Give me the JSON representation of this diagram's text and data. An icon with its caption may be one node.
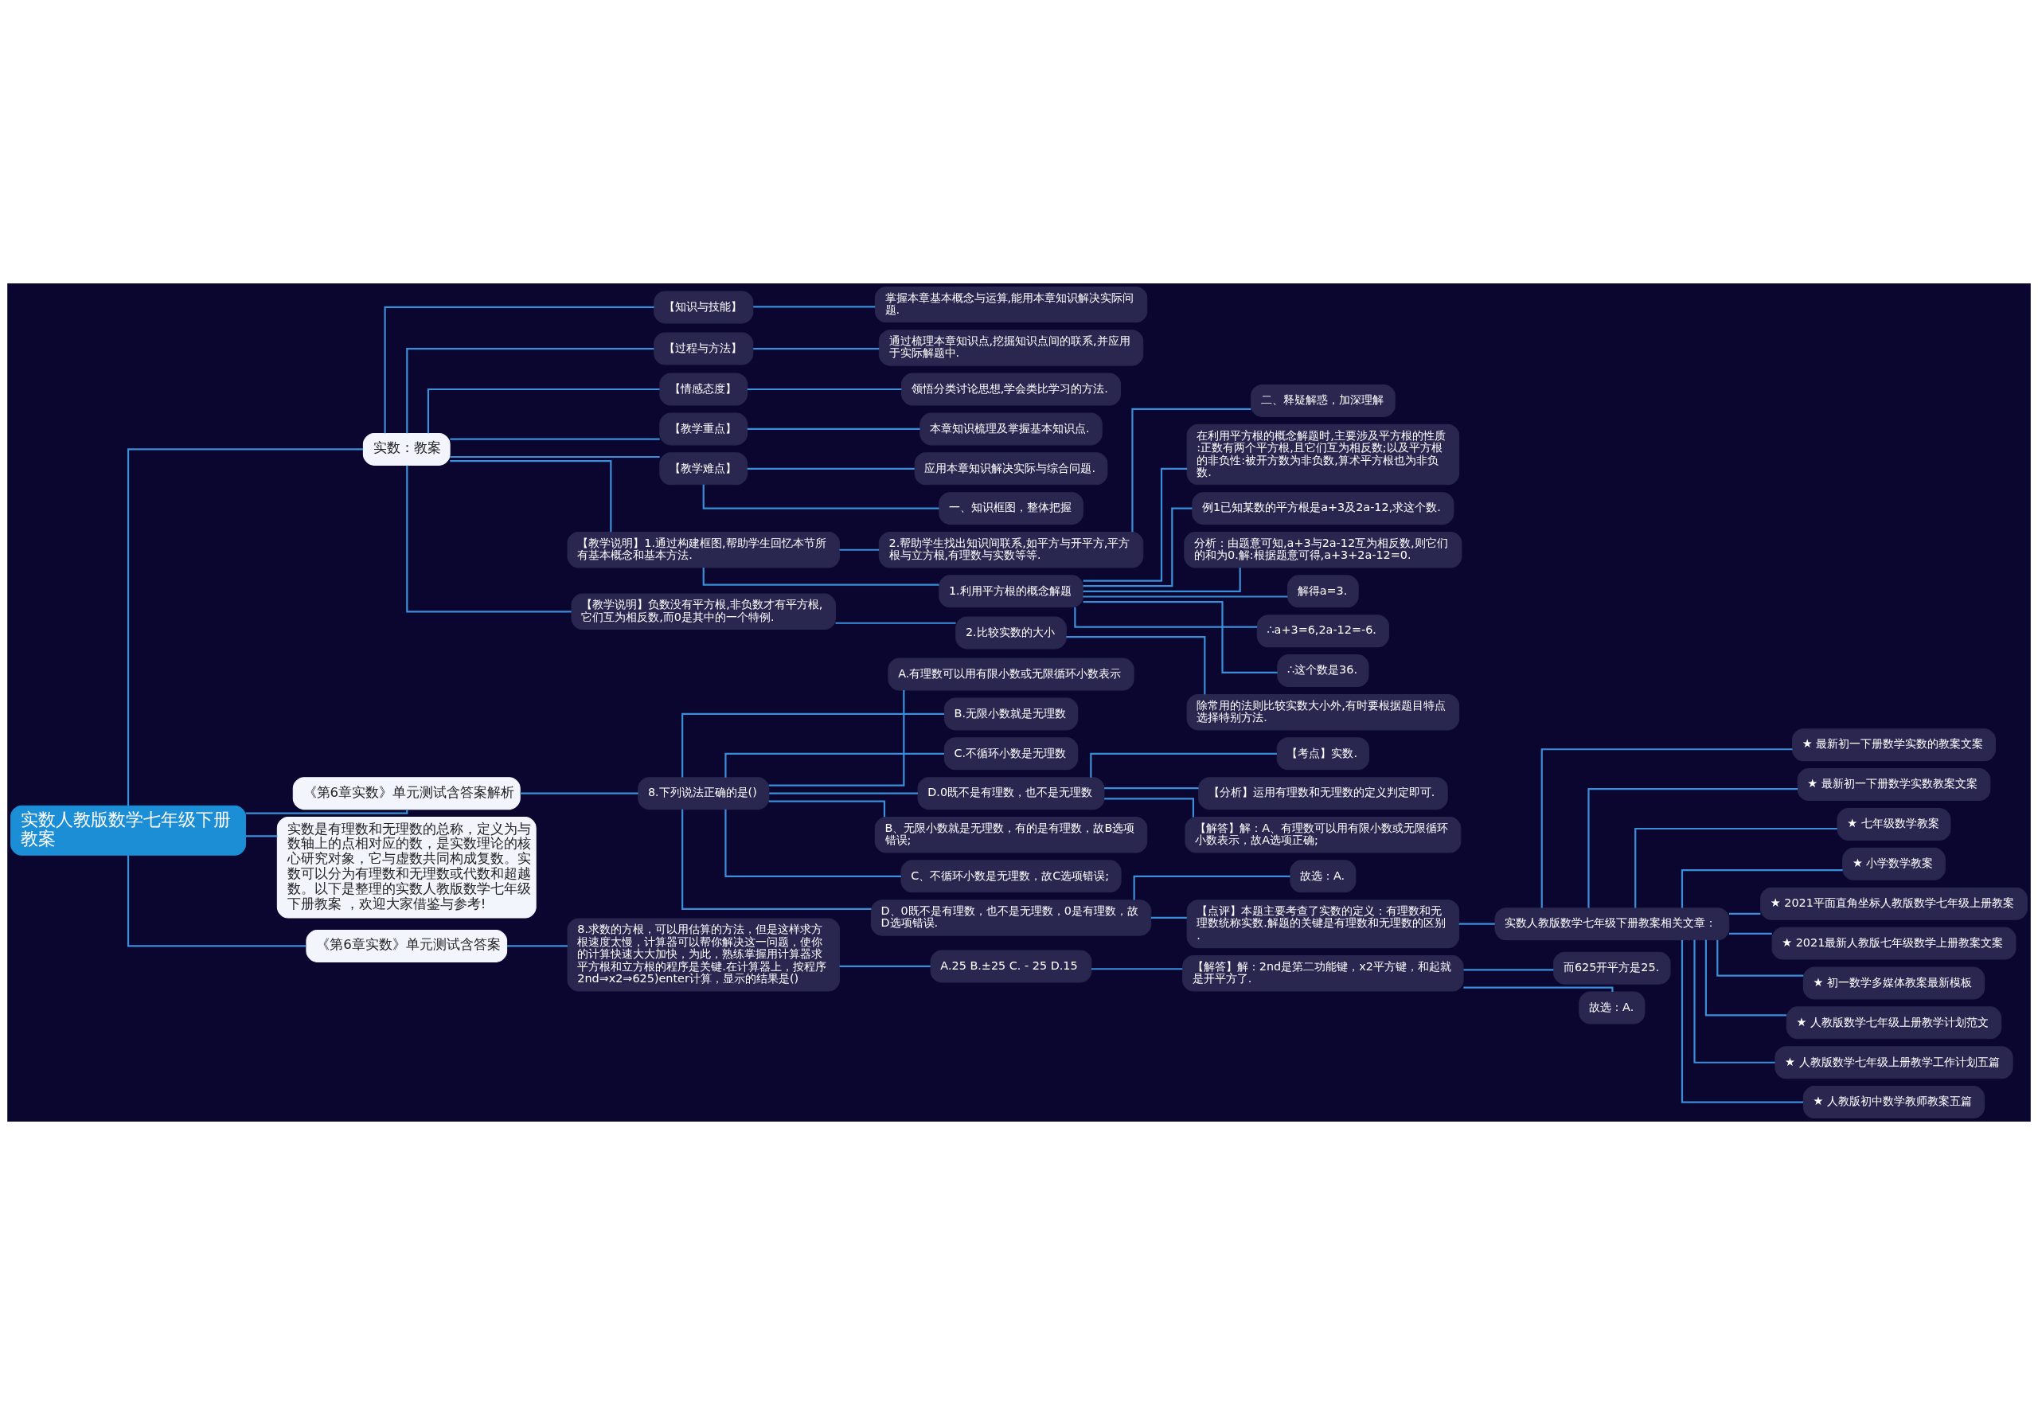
{
  "diagram": {
    "nodes": [
      {
        "text": [
          "实数人教版数学七年级下册教案"
        ]
      },
      {
        "text": [
          "实数：教案"
        ]
      },
      {
        "text": [
          "【知识与技能】"
        ]
      },
      {
        "text": [
          "掌握本章基本概念与运算,能用本章知识解决实际问题."
        ]
      },
      {
        "text": [
          "【过程与方法】"
        ]
      },
      {
        "text": [
          "通过梳理本章知识点,挖掘知识点间的联系,并应用于实际解题中."
        ]
      },
      {
        "text": [
          "【情感态度】"
        ]
      },
      {
        "text": [
          "领悟分类讨论思想,学会类比学习的方法."
        ]
      },
      {
        "text": [
          "【教学重点】"
        ]
      },
      {
        "text": [
          "本章知识梳理及掌握基本知识点."
        ]
      },
      {
        "text": [
          "【教学难点】"
        ]
      },
      {
        "text": [
          "应用本章知识解决实际与综合问题."
        ]
      },
      {
        "text": [
          "一、知识框图，整体把握"
        ]
      },
      {
        "text": [
          "【教学说明】1.通过构建框图,帮助学生回忆本节所有基本概念和基本方法."
        ]
      },
      {
        "text": [
          "2.帮助学生找出知识间联系,如平方与开平方,平方根与立方根,有理数与实数等等."
        ]
      },
      {
        "text": [
          "二、释疑解惑，加深理解"
        ]
      },
      {
        "text": [
          "1.利用平方根的概念解题"
        ]
      },
      {
        "text": [
          "在利用平方根的概念解题时,主要涉及平方根的性质:正数有两个平方根,且它们互为相反数;以及平方根的非负性:被开方数为非负数,算术平方根也为非负数."
        ]
      },
      {
        "text": [
          "例1已知某数的平方根是a+3及2a-12,求这个数."
        ]
      },
      {
        "text": [
          "分析：由题意可知,a+3与2a-12互为相反数,则它们的和为0.解:根据题意可得,a+3+2a-12=0."
        ]
      },
      {
        "text": [
          "解得a=3."
        ]
      },
      {
        "text": [
          "∴a+3=6,2a-12=-6."
        ]
      },
      {
        "text": [
          "∴这个数是36."
        ]
      },
      {
        "text": [
          "【教学说明】负数没有平方根,非负数才有平方根,它们互为相反数,而0是其中的一个特例."
        ]
      },
      {
        "text": [
          "2.比较实数的大小"
        ]
      },
      {
        "text": [
          "除常用的法则比较实数大小外,有时要根据题目特点选择特别方法."
        ]
      },
      {
        "text": [
          "《第6章实数》单元测试含答案解析"
        ]
      },
      {
        "text": [
          "8.下列说法正确的是()"
        ]
      },
      {
        "text": [
          "A.有理数可以用有限小数或无限循环小数表示"
        ]
      },
      {
        "text": [
          "B.无限小数就是无理数"
        ]
      },
      {
        "text": [
          "C.不循环小数是无理数"
        ]
      },
      {
        "text": [
          "D.0既不是有理数，也不是无理数"
        ]
      },
      {
        "text": [
          "【考点】实数."
        ]
      },
      {
        "text": [
          "【分析】运用有理数和无理数的定义判定即可."
        ]
      },
      {
        "text": [
          "【解答】解：A、有理数可以用有限小数或无限循环小数表示，故A选项正确;"
        ]
      },
      {
        "text": [
          "B、无限小数就是无理数，有的是有理数，故B选项错误;"
        ]
      },
      {
        "text": [
          "C、不循环小数是无理数，故C选项错误;"
        ]
      },
      {
        "text": [
          "D、0既不是有理数，也不是无理数，0是有理数，故D选项错误."
        ]
      },
      {
        "text": [
          "故选：A."
        ]
      },
      {
        "text": [
          "【点评】本题主要考查了实数的定义：有理数和无理数统称实数.解题的关键是有理数和无理数的区别."
        ]
      },
      {
        "text": [
          "实数人教版数学七年级下册教案相关文章："
        ]
      },
      {
        "text": [
          "★ 最新初一下册数学实数的教案文案"
        ]
      },
      {
        "text": [
          "★ 最新初一下册数学实数教案文案"
        ]
      },
      {
        "text": [
          "★ 七年级数学教案"
        ]
      },
      {
        "text": [
          "★ 小学数学教案"
        ]
      },
      {
        "text": [
          "★ 2021平面直角坐标人教版数学七年级上册教案"
        ]
      },
      {
        "text": [
          "★ 2021最新人教版七年级数学上册教案文案"
        ]
      },
      {
        "text": [
          "★ 初一数学多媒体教案最新模板"
        ]
      },
      {
        "text": [
          "★ 人教版数学七年级上册教学计划范文"
        ]
      },
      {
        "text": [
          "★ 人教版数学七年级上册教学工作计划五篇"
        ]
      },
      {
        "text": [
          "★ 人教版初中数学教师教案五篇"
        ]
      },
      {
        "text": [
          "实数是有理数和无理数的总称，定义为与数轴上的点相对应的数，是实数理论的核心研究对象，它与虚数共同构成复数。实数可以分为有理数和无理数或代数和超越数。以下是整理的实数人教版数学七年级下册教案 ，欢迎大家借鉴与参考!"
        ]
      },
      {
        "text": [
          "《第6章实数》单元测试含答案"
        ]
      },
      {
        "text": [
          "8.求数的方根，可以用估算的方法，但是这样求方根速度太慢，计算器可以帮你解决这一问题，使你的计算快速大大加快，为此，熟练掌握用计算器求平方根和立方根的程序是关键.在计算器上，按程序2nd⇒x2⇒625)enter计算，显示的结果是()"
        ]
      },
      {
        "text": [
          "A.25 B.±25 C. - 25 D.15"
        ]
      },
      {
        "text": [
          "【解答】解：2nd是第二功能键，x2平方键，和起就是开平方了."
        ]
      },
      {
        "text": [
          "而625开平方是25."
        ]
      },
      {
        "text": [
          "故选：A."
        ]
      }
    ],
    "edges": [
      {
        "from": 0,
        "to": 1,
        "arrow": "none"
      },
      {
        "from": 1,
        "to": 2,
        "arrow": "none"
      },
      {
        "from": 2,
        "to": 3,
        "arrow": "none"
      },
      {
        "from": 1,
        "to": 4,
        "arrow": "none"
      },
      {
        "from": 4,
        "to": 5,
        "arrow": "none"
      },
      {
        "from": 1,
        "to": 6,
        "arrow": "none"
      },
      {
        "from": 6,
        "to": 7,
        "arrow": "none"
      },
      {
        "from": 1,
        "to": 8,
        "arrow": "none"
      },
      {
        "from": 8,
        "to": 9,
        "arrow": "none"
      },
      {
        "from": 1,
        "to": 10,
        "arrow": "none"
      },
      {
        "from": 10,
        "to": 11,
        "arrow": "none"
      },
      {
        "from": 10,
        "to": 12,
        "arrow": "none"
      },
      {
        "from": 1,
        "to": 13,
        "arrow": "none"
      },
      {
        "from": 13,
        "to": 14,
        "arrow": "none"
      },
      {
        "from": 14,
        "to": 15,
        "arrow": "none"
      },
      {
        "from": 13,
        "to": 16,
        "arrow": "none"
      },
      {
        "from": 16,
        "to": 17,
        "arrow": "none"
      },
      {
        "from": 16,
        "to": 18,
        "arrow": "none"
      },
      {
        "from": 16,
        "to": 19,
        "arrow": "none"
      },
      {
        "from": 16,
        "to": 20,
        "arrow": "none"
      },
      {
        "from": 16,
        "to": 21,
        "arrow": "none"
      },
      {
        "from": 16,
        "to": 22,
        "arrow": "none"
      },
      {
        "from": 1,
        "to": 23,
        "arrow": "none"
      },
      {
        "from": 23,
        "to": 24,
        "arrow": "none"
      },
      {
        "from": 24,
        "to": 25,
        "arrow": "none"
      },
      {
        "from": 0,
        "to": 26,
        "arrow": "none"
      },
      {
        "from": 26,
        "to": 27,
        "arrow": "none"
      },
      {
        "from": 27,
        "to": 28,
        "arrow": "none"
      },
      {
        "from": 27,
        "to": 29,
        "arrow": "none"
      },
      {
        "from": 27,
        "to": 30,
        "arrow": "none"
      },
      {
        "from": 27,
        "to": 31,
        "arrow": "none"
      },
      {
        "from": 31,
        "to": 32,
        "arrow": "none"
      },
      {
        "from": 31,
        "to": 33,
        "arrow": "none"
      },
      {
        "from": 31,
        "to": 34,
        "arrow": "none"
      },
      {
        "from": 27,
        "to": 35,
        "arrow": "none"
      },
      {
        "from": 27,
        "to": 36,
        "arrow": "none"
      },
      {
        "from": 27,
        "to": 37,
        "arrow": "none"
      },
      {
        "from": 37,
        "to": 38,
        "arrow": "none"
      },
      {
        "from": 37,
        "to": 39,
        "arrow": "none"
      },
      {
        "from": 39,
        "to": 40,
        "arrow": "none"
      },
      {
        "from": 40,
        "to": 41,
        "arrow": "none"
      },
      {
        "from": 40,
        "to": 42,
        "arrow": "none"
      },
      {
        "from": 40,
        "to": 43,
        "arrow": "none"
      },
      {
        "from": 40,
        "to": 44,
        "arrow": "none"
      },
      {
        "from": 40,
        "to": 45,
        "arrow": "none"
      },
      {
        "from": 40,
        "to": 46,
        "arrow": "none"
      },
      {
        "from": 40,
        "to": 47,
        "arrow": "none"
      },
      {
        "from": 40,
        "to": 48,
        "arrow": "none"
      },
      {
        "from": 40,
        "to": 49,
        "arrow": "none"
      },
      {
        "from": 40,
        "to": 50,
        "arrow": "none"
      },
      {
        "from": 0,
        "to": 51,
        "arrow": "none"
      },
      {
        "from": 0,
        "to": 52,
        "arrow": "none"
      },
      {
        "from": 52,
        "to": 53,
        "arrow": "none"
      },
      {
        "from": 53,
        "to": 54,
        "arrow": "none"
      },
      {
        "from": 54,
        "to": 55,
        "arrow": "none"
      },
      {
        "from": 55,
        "to": 56,
        "arrow": "none"
      },
      {
        "from": 55,
        "to": 57,
        "arrow": "none"
      }
    ]
  }
}
